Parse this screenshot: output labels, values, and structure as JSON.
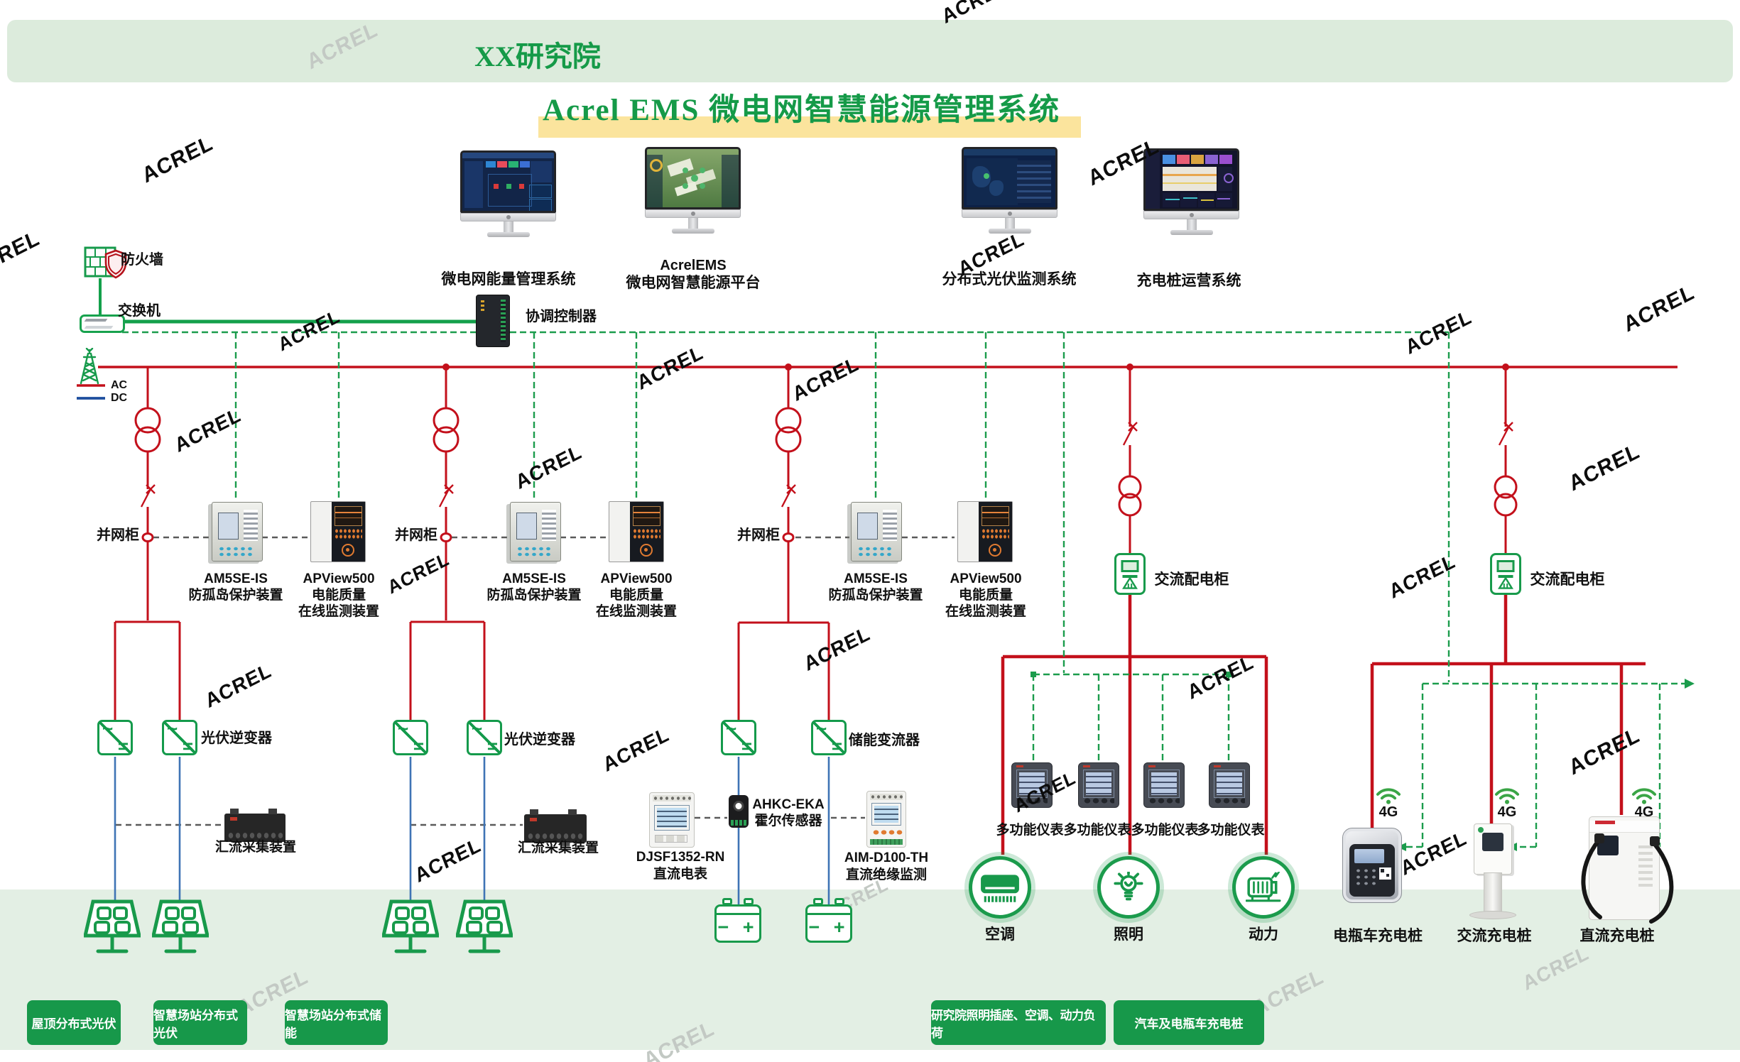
{
  "header": {
    "org": "XX研究院",
    "title": "Acrel EMS 微电网智慧能源管理系统"
  },
  "monitors": [
    {
      "lines": [
        "微电网能量管理系统"
      ]
    },
    {
      "lines": [
        "AcrelEMS",
        "微电网智慧能源平台"
      ]
    },
    {
      "lines": [
        "分布式光伏监测系统"
      ]
    },
    {
      "lines": [
        "充电桩运营系统"
      ]
    }
  ],
  "net": {
    "firewall": "防火墙",
    "switch": "交换机",
    "controller": "协调控制器"
  },
  "legend": {
    "ac": "AC",
    "dc": "DC"
  },
  "labels": {
    "grid_cabinet": "并网柜",
    "am5se_1": "AM5SE-IS",
    "am5se_2": "防孤岛保护装置",
    "apview_1": "APView500",
    "apview_2": "电能质量",
    "apview_3": "在线监测装置",
    "pv_inverter": "光伏逆变器",
    "combiner": "汇流采集装置",
    "storage_converter": "储能变流器",
    "dc_meter_1": "DJSF1352-RN",
    "dc_meter_2": "直流电表",
    "hall_1": "AHKC-EKA",
    "hall_2": "霍尔传感器",
    "ins_1": "AIM-D100-TH",
    "ins_2": "直流绝缘监测",
    "ac_cabinet": "交流配电柜",
    "multi_meter": "多功能仪表",
    "load_ac": "空调",
    "load_light": "照明",
    "load_power": "动力",
    "charger_ebike": "电瓶车充电桩",
    "charger_ac": "交流充电桩",
    "charger_dc": "直流充电桩",
    "g4": "4G"
  },
  "banners": [
    "屋顶分布式光伏",
    "智慧场站分布式光伏",
    "智慧场站分布式储能",
    "研究院照明插座、空调、动力负荷",
    "汽车及电瓶车充电桩"
  ],
  "watermark": "ACREL",
  "colors": {
    "accent_green": "#17984a",
    "bus_red": "#c3101b",
    "dc_blue": "#3f74b5",
    "comm_green": "#1b9c4c",
    "highlight_yellow": "#fbe49d"
  }
}
